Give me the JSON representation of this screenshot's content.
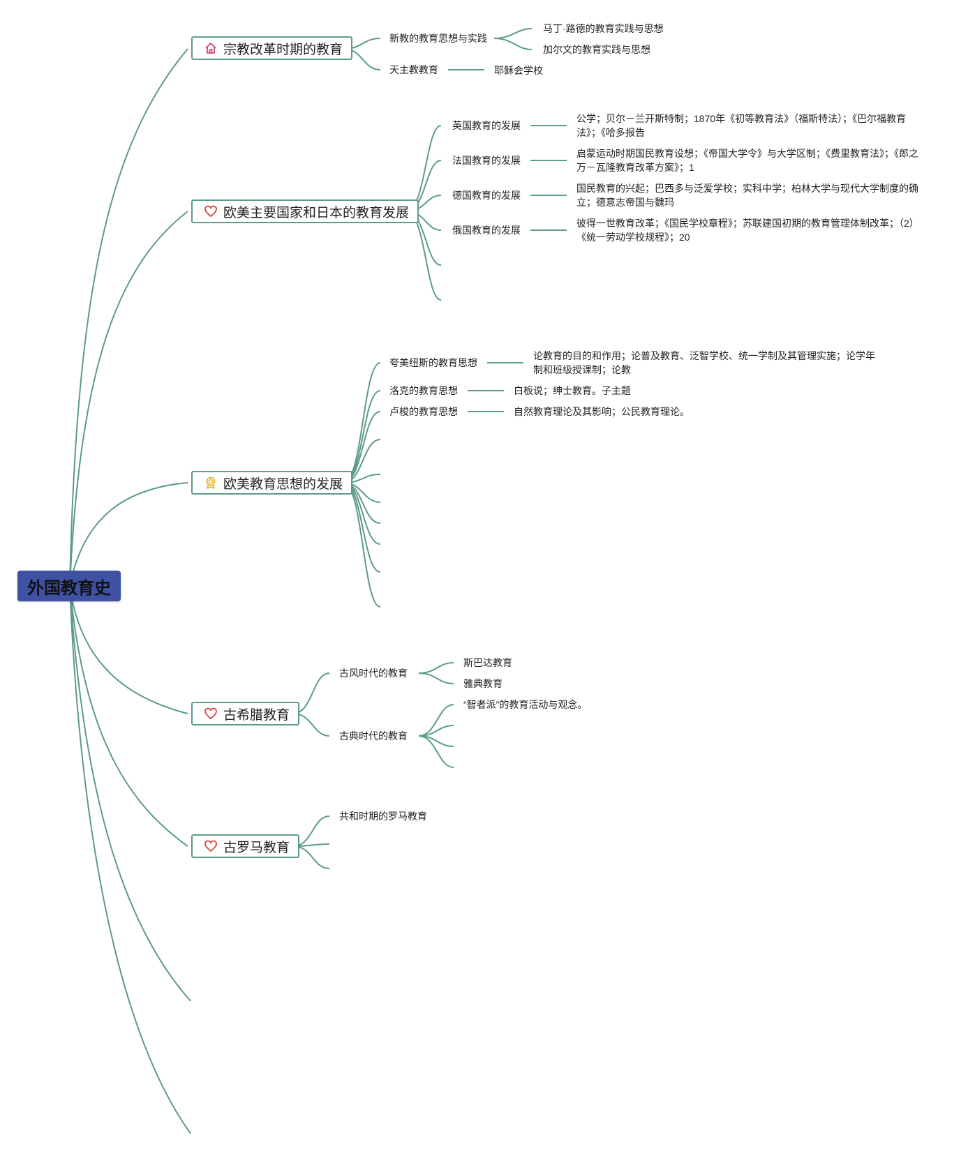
{
  "root": {
    "title": "外国教育史"
  },
  "branches": {
    "reformation": {
      "title": "宗教改革时期的教育",
      "icon": "home-icon",
      "subs": {
        "protestant": {
          "label": "新教的教育思想与实践",
          "leaves": [
            "马丁·路德的教育实践与思想",
            "加尔文的教育实践与思想"
          ]
        },
        "catholic": {
          "label": "天主教教育",
          "leaves": [
            "耶稣会学校"
          ]
        }
      }
    },
    "modern_nations": {
      "title": "欧美主要国家和日本的教育发展",
      "icon": "heart-icon",
      "subs": {
        "england": {
          "label": "英国教育的发展",
          "detail": "公学；贝尔－兰开斯特制；1870年《初等教育法》（福斯特法）；《巴尔福教育法》；《哈多报告"
        },
        "france": {
          "label": "法国教育的发展",
          "detail": "启蒙运动时期国民教育设想；《帝国大学令》与大学区制；《费里教育法》；《郎之万－瓦隆教育改革方案》；1"
        },
        "germany": {
          "label": "德国教育的发展",
          "detail": "国民教育的兴起；巴西多与泛爱学校；实科中学；柏林大学与现代大学制度的确立；德意志帝国与魏玛"
        },
        "russia": {
          "label": "俄国教育的发展",
          "detail": "彼得一世教育改革；《国民学校章程》；苏联建国初期的教育管理体制改革；（2）《统一劳动学校规程》；20"
        }
      }
    },
    "thought": {
      "title": "欧美教育思想的发展",
      "icon": "award-icon",
      "subs": {
        "comenius": {
          "label": "夸美纽斯的教育思想",
          "detail": "论教育的目的和作用；论普及教育、泛智学校、统一学制及其管理实施；论学年制和班级授课制；论教"
        },
        "locke": {
          "label": "洛克的教育思想",
          "detail": "白板说；绅士教育。子主题"
        },
        "rousseau": {
          "label": "卢梭的教育思想",
          "detail": "自然教育理论及其影响；公民教育理论。"
        }
      }
    },
    "greece": {
      "title": "古希腊教育",
      "icon": "heart-icon",
      "subs": {
        "archaic": {
          "label": "古风时代的教育",
          "leaves": [
            "斯巴达教育",
            "雅典教育"
          ]
        },
        "classical": {
          "label": "古典时代的教育",
          "leaves": [
            "“智者派”的教育活动与观念。"
          ]
        }
      }
    },
    "rome": {
      "title": "古罗马教育",
      "icon": "heart-icon",
      "subs": {
        "republic": {
          "label": "共和时期的罗马教育"
        }
      }
    }
  },
  "colors": {
    "line": "#5c9b87",
    "root_fill": "#3f51a3",
    "heart": "#d9423a",
    "home": "#d9426a",
    "award": "#e8b21e"
  }
}
